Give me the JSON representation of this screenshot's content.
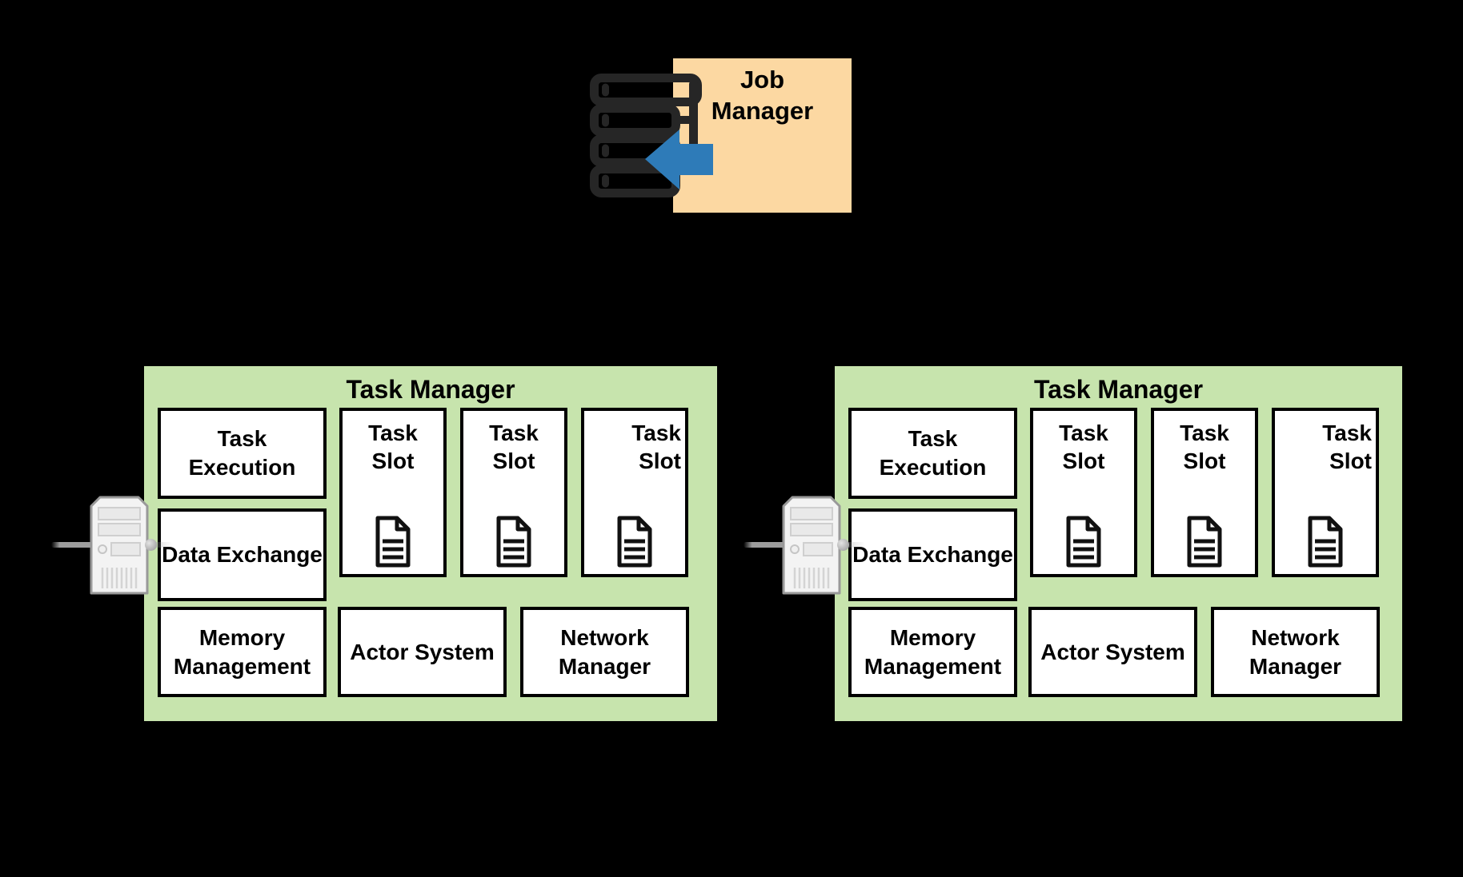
{
  "colors": {
    "background": "#000000",
    "job_manager_box": "#FCD8A2",
    "task_manager_box": "#C7E4AD",
    "component_box_fill": "#FFFFFF",
    "component_box_border": "#000000",
    "arrow_blue": "#2E7BB8",
    "stack_icon_dark": "#262626",
    "cable_gray": "#9D9D9D",
    "text": "#000000"
  },
  "icons": {
    "job_manager": "server-stack-icon with blue left arrow",
    "task_slot": "document-icon",
    "task_manager_host": "server-tower-icon with network cable"
  },
  "job_manager": {
    "label_line1": "Job",
    "label_line2": "Manager"
  },
  "task_managers": [
    {
      "title": "Task Manager",
      "task_execution": "Task Execution",
      "data_exchange": "Data Exchange",
      "memory_management": "Memory Management",
      "actor_system": "Actor System",
      "network_manager": "Network Manager",
      "task_slots": [
        {
          "line1": "Task",
          "line2": "Slot"
        },
        {
          "line1": "Task",
          "line2": "Slot"
        },
        {
          "line1": "Task",
          "line2": "Slot"
        }
      ]
    },
    {
      "title": "Task Manager",
      "task_execution": "Task Execution",
      "data_exchange": "Data Exchange",
      "memory_management": "Memory Management",
      "actor_system": "Actor System",
      "network_manager": "Network Manager",
      "task_slots": [
        {
          "line1": "Task",
          "line2": "Slot"
        },
        {
          "line1": "Task",
          "line2": "Slot"
        },
        {
          "line1": "Task",
          "line2": "Slot"
        }
      ]
    }
  ]
}
